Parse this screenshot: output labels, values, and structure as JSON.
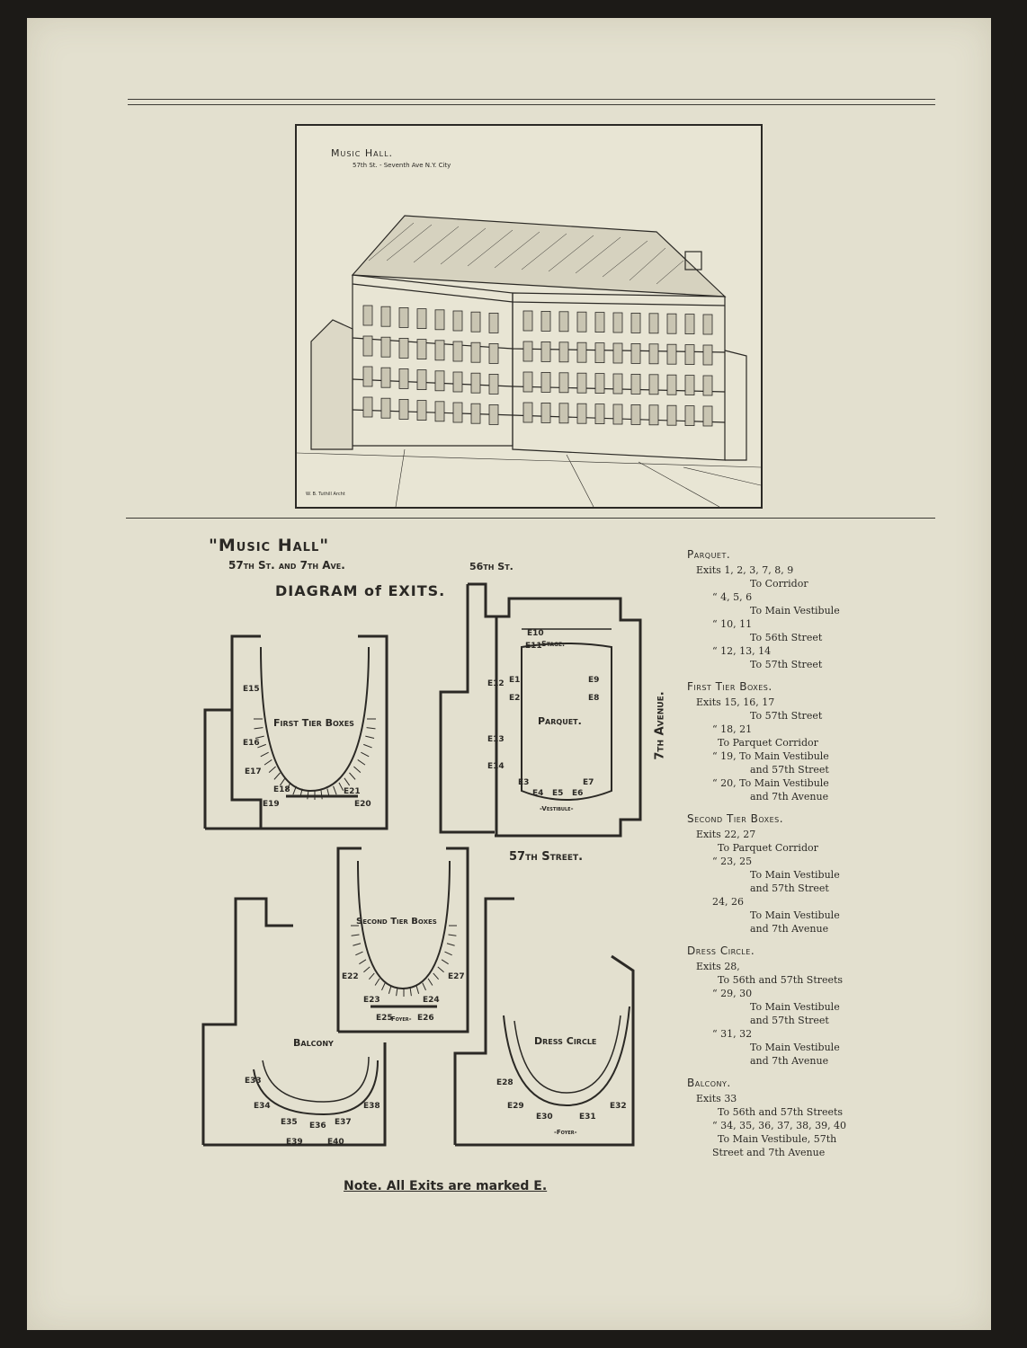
{
  "engraving": {
    "title": "Music Hall.",
    "subtitle": "57th St. - Seventh Ave N.Y. City",
    "credit": "W. B. Tuthill Archt"
  },
  "diagram": {
    "title": "\"Music Hall\"",
    "subtitle": "57th St. and 7th Ave.",
    "heading": "DIAGRAM of EXITS.",
    "streets": {
      "north": "56th St.",
      "south": "57th Street.",
      "east": "7th Avenue."
    },
    "plans": {
      "first_tier": "First Tier Boxes",
      "parquet": "Parquet.",
      "stage": "Stage.",
      "vestibule": "-Vestibule-",
      "second_tier": "Second Tier Boxes",
      "balcony": "Balcony",
      "dress_circle": "Dress Circle",
      "foyer": "-Foyer-"
    },
    "exits": {
      "first_tier": [
        "E15",
        "E16",
        "E17",
        "E18",
        "E19",
        "E21",
        "E20"
      ],
      "parquet": [
        "E10",
        "E11",
        "E12",
        "E1",
        "E2",
        "E9",
        "E8",
        "E13",
        "E14",
        "E3",
        "E4",
        "E5",
        "E6",
        "E7"
      ],
      "second_tier": [
        "E22",
        "E27",
        "E23",
        "E24",
        "E25",
        "E26"
      ],
      "balcony": [
        "E33",
        "E34",
        "E38",
        "E35",
        "E36",
        "E37",
        "E39",
        "E40"
      ],
      "dress_circle": [
        "E28",
        "E29",
        "E30",
        "E31",
        "E32"
      ]
    },
    "note": "Note. All Exits are marked E."
  },
  "legend": [
    {
      "title": "Parquet.",
      "lines": [
        "Exits 1, 2, 3, 7, 8, 9",
        "To Corridor",
        "“  4, 5, 6",
        "To Main Vestibule",
        "“  10, 11",
        "To 56th Street",
        "“  12, 13, 14",
        "To 57th Street"
      ]
    },
    {
      "title": "First Tier Boxes.",
      "lines": [
        "Exits 15, 16, 17",
        "To 57th Street",
        "“  18, 21",
        "To Parquet Corridor",
        "“  19, To Main Vestibule",
        "and 57th Street",
        "“  20, To Main Vestibule",
        "and 7th Avenue"
      ]
    },
    {
      "title": "Second Tier Boxes.",
      "lines": [
        "Exits 22, 27",
        "To Parquet Corridor",
        "“  23, 25",
        "To Main Vestibule",
        "and 57th Street",
        "24, 26",
        "To Main Vestibule",
        "and 7th Avenue"
      ]
    },
    {
      "title": "Dress Circle.",
      "lines": [
        "Exits 28,",
        "To 56th and 57th Streets",
        "“  29, 30",
        "To Main Vestibule",
        "and 57th Street",
        "“  31, 32",
        "To Main Vestibule",
        "and 7th Avenue"
      ]
    },
    {
      "title": "Balcony.",
      "lines": [
        "Exits 33",
        "To 56th and 57th Streets",
        "“  34, 35, 36, 37, 38, 39, 40",
        "To Main Vestibule, 57th",
        "Street and 7th Avenue"
      ]
    }
  ]
}
